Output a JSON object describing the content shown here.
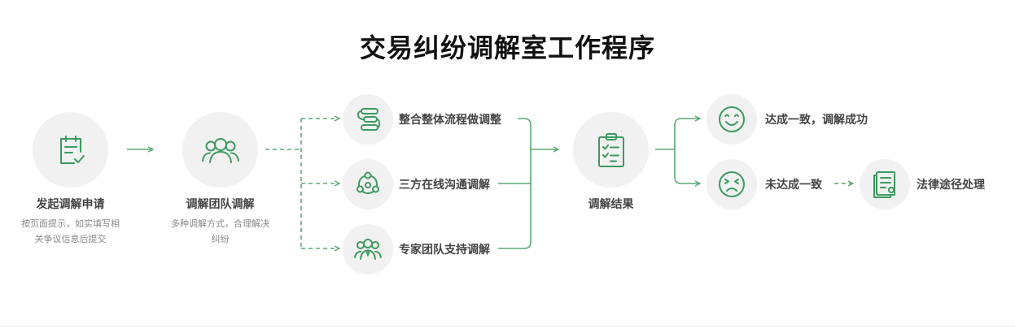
{
  "title": "交易纠纷调解室工作程序",
  "colors": {
    "accent": "#3c9a5f",
    "circle_bg": "#f1f1f1"
  },
  "steps": {
    "apply": {
      "label": "发起调解申请",
      "desc_line1": "按页面提示，如实填写相",
      "desc_line2": "关争议信息后提交",
      "icon": "application-form-icon"
    },
    "team": {
      "label": "调解团队调解",
      "desc_line1": "多种调解方式，合理解决",
      "desc_line2": "纠纷",
      "icon": "team-people-icon"
    },
    "result": {
      "label": "调解结果",
      "icon": "result-clipboard-icon"
    }
  },
  "methods": [
    {
      "label": "整合整体流程做调整",
      "icon": "process-flow-icon"
    },
    {
      "label": "三方在线沟通调解",
      "icon": "three-party-network-icon"
    },
    {
      "label": "专家团队支持调解",
      "icon": "expert-team-icon"
    }
  ],
  "outcomes": {
    "success": {
      "label": "达成一致，调解成功",
      "icon": "smile-face-icon"
    },
    "fail": {
      "label": "未达成一致",
      "icon": "frown-face-icon"
    },
    "legal": {
      "label": "法律途径处理",
      "icon": "legal-document-icon"
    }
  }
}
